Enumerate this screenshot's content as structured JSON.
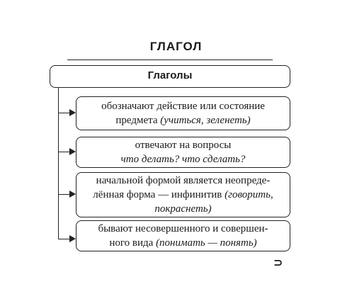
{
  "title": "ГЛАГОЛ",
  "root": "Глаголы",
  "items": [
    {
      "line1": "обозначают действие или состояние",
      "line2_plain": "предмета ",
      "line2_italic": "(учиться, зеленеть)"
    },
    {
      "line1": "отвечают на вопросы",
      "line2_italic": "что делать? что сделать?"
    },
    {
      "line1": "начальной формой является неопреде-",
      "line2_plain": "лённая форма — инфинитив ",
      "line2_italic": "(говорить,",
      "line3_italic": "покраснеть)"
    },
    {
      "line1": "бывают несовершенного и совершен-",
      "line2_plain": "ного вида ",
      "line2_italic": "(понимать — понять)"
    }
  ],
  "end_symbol": "⊃"
}
